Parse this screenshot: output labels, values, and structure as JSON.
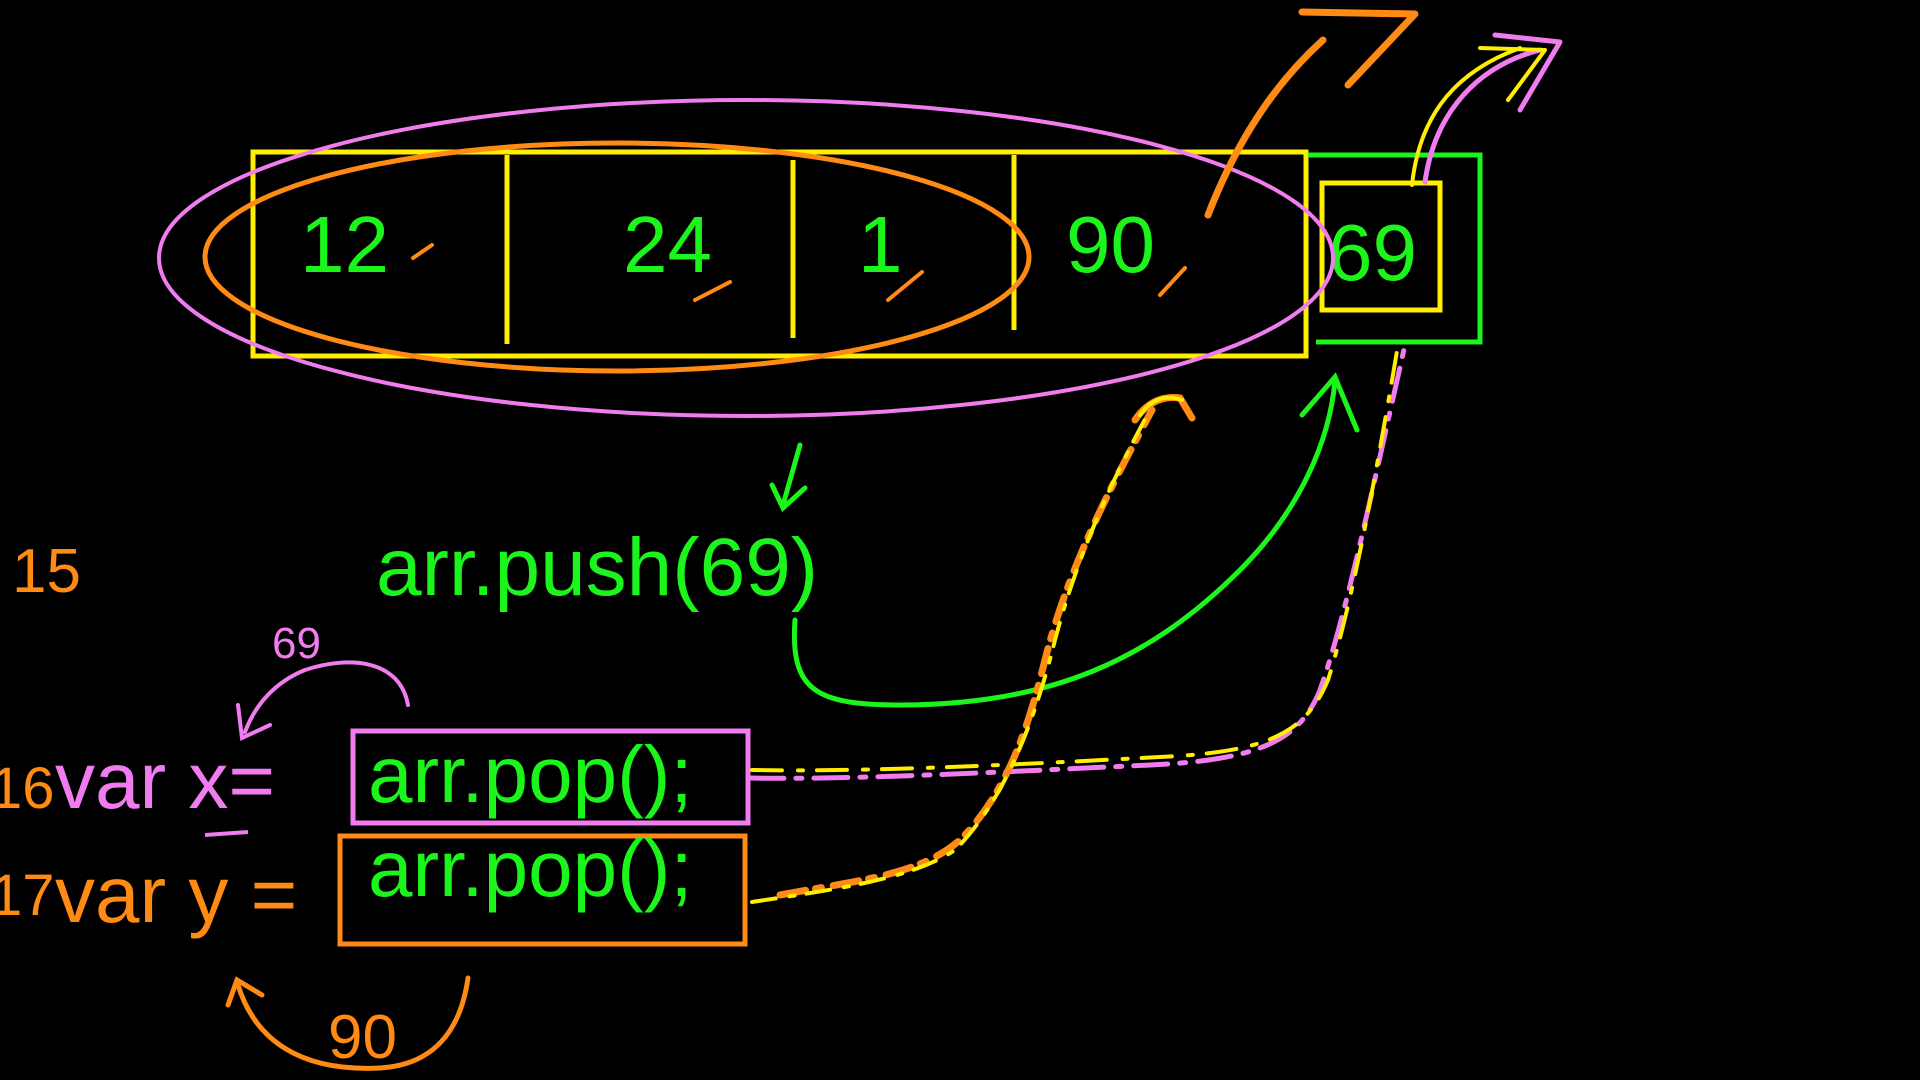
{
  "array": {
    "cells": [
      "12",
      "24",
      "1",
      "90"
    ],
    "pushed": "69"
  },
  "code": {
    "push_call": "arr.push(69)",
    "line_a_number": "16",
    "line_a_decl": "var x=",
    "line_a_call": "arr.pop();",
    "line_a_result": "69",
    "line_b_number": "17",
    "line_b_decl": "var y =",
    "line_b_call": "arr.pop();",
    "line_b_result": "90",
    "line_prev_number": "15"
  },
  "colors": {
    "background": "#000000",
    "green": "#1cf51c",
    "orange": "#ff8a14",
    "pink": "#f07cf0",
    "yellow": "#ffee00"
  }
}
